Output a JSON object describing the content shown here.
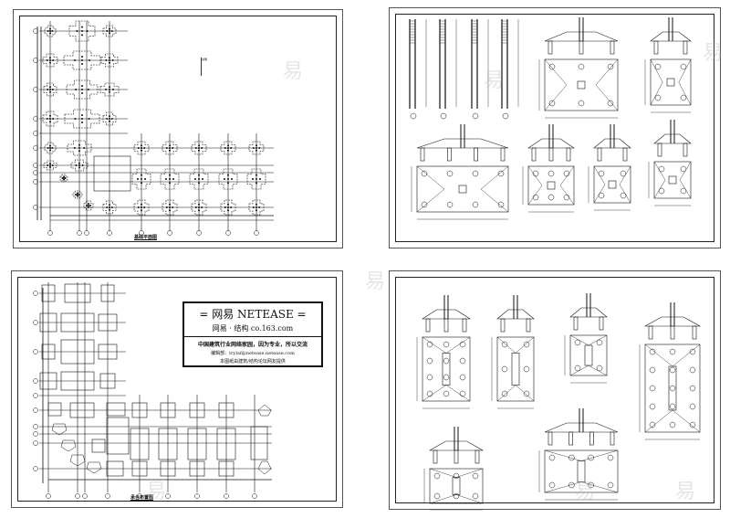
{
  "sheets": [
    {
      "id": "pile-layout-plan",
      "caption": "基础平面图"
    },
    {
      "id": "pile-cap-details-1",
      "caption": ""
    },
    {
      "id": "pile-cap-layout-plan",
      "caption": "承台布置图"
    },
    {
      "id": "pile-cap-details-2",
      "caption": ""
    }
  ],
  "title_block": {
    "line1": "= 网易  NETEASE =",
    "line2": "网易 · 结构    co.163.com",
    "line3": "中国建筑行业网络家园，因为专业，所以交流",
    "line4": "编辑部：trylaf@netease.netease.com",
    "line5": "本图纸由建筑/结构论坛网友提供"
  },
  "watermark": {
    "text": "易"
  },
  "notes": {
    "text": "说明"
  }
}
